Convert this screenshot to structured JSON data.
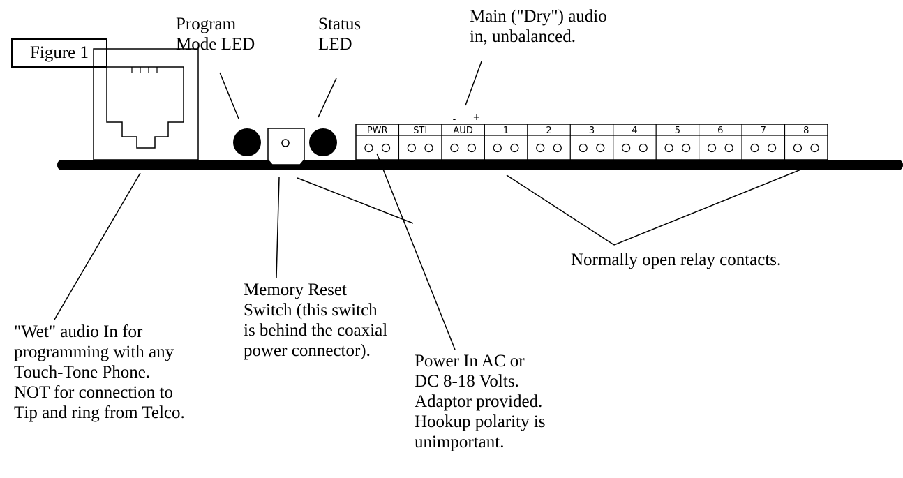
{
  "figure": {
    "label": "Figure 1"
  },
  "terminals": {
    "audio_polarity": {
      "minus": "-",
      "plus": "+"
    },
    "labels": [
      "PWR",
      "STI",
      "AUD",
      "1",
      "2",
      "3",
      "4",
      "5",
      "6",
      "7",
      "8"
    ]
  },
  "callouts": {
    "program_led": [
      "Program",
      "Mode LED"
    ],
    "status_led": [
      "Status",
      "LED"
    ],
    "main_audio": [
      "Main (\"Dry\") audio",
      "in, unbalanced."
    ],
    "relay_contacts": [
      "Normally open relay contacts."
    ],
    "memory_reset": [
      "Memory Reset",
      "Switch  (this switch",
      "is behind the coaxial",
      "power connector)."
    ],
    "wet_audio": [
      "\"Wet\" audio In for",
      "programming with any",
      "Touch-Tone Phone.",
      "NOT for connection to",
      "Tip and ring from Telco."
    ],
    "power_in": [
      "Power In AC or",
      "DC 8-18 Volts.",
      "Adaptor provided.",
      "Hookup polarity is",
      "unimportant."
    ]
  },
  "colors": {
    "ink": "#000000",
    "paper": "#ffffff"
  }
}
